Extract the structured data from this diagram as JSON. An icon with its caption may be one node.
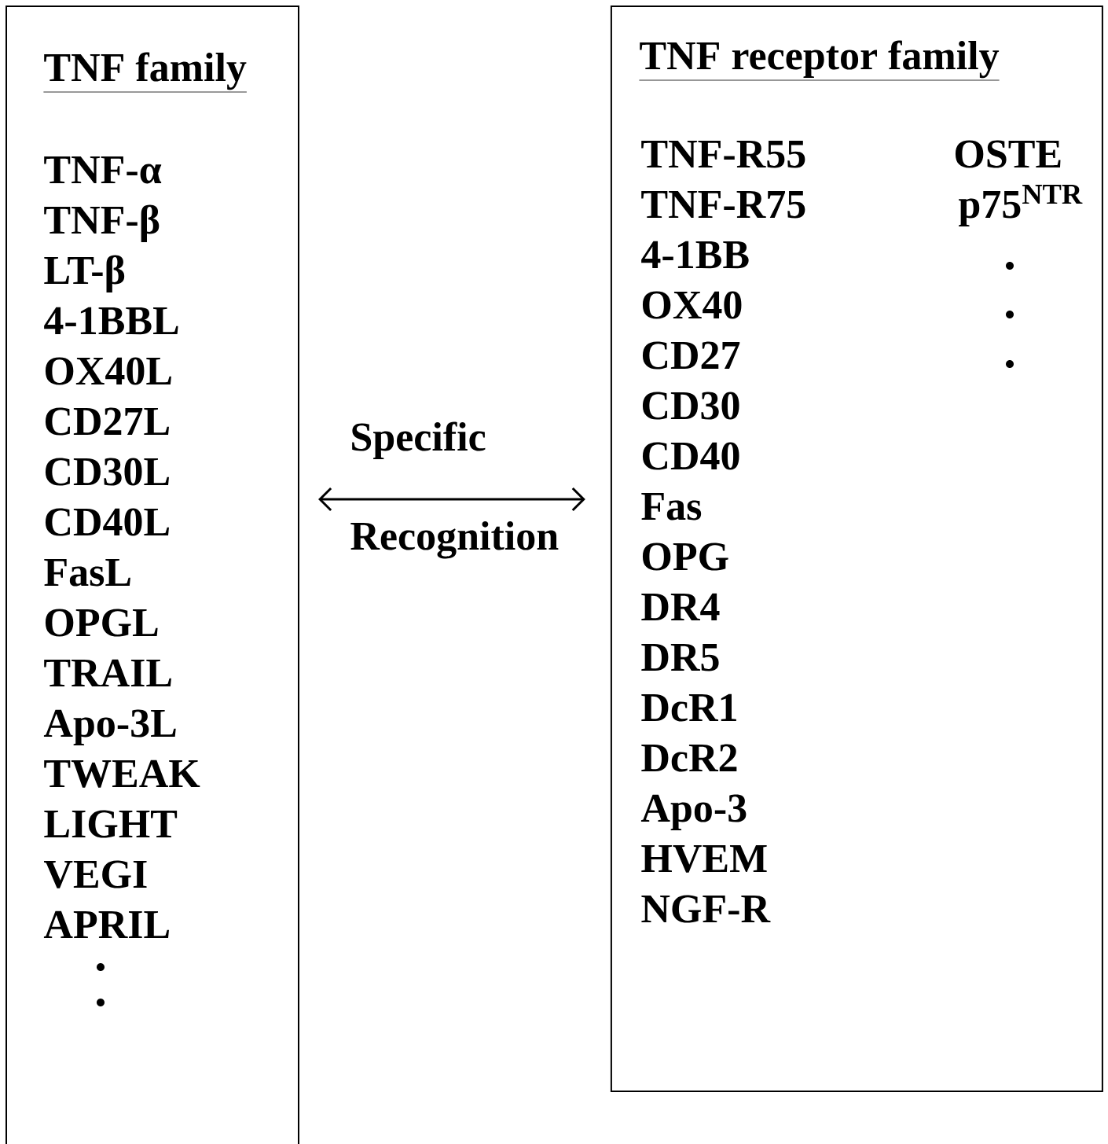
{
  "diagram": {
    "nodes": [
      {
        "text": [
          "TNF family",
          "TNF-α",
          "TNF-β",
          "LT-β",
          "4-1BBL",
          "OX40L",
          "CD27L",
          "CD30L",
          "CD40L",
          "FasL",
          "OPGL",
          "TRAIL",
          "Apo-3L",
          "TWEAK",
          "LIGHT",
          "VEGI",
          "APRIL"
        ]
      },
      {
        "text": [
          "TNF receptor family",
          "TNF-R55",
          "TNF-R75",
          "4-1BB",
          "OX40",
          "CD27",
          "CD30",
          "CD40",
          "Fas",
          "OPG",
          "DR4",
          "DR5",
          "DcR1",
          "DcR2",
          "Apo-3",
          "HVEM",
          "NGF-R",
          "OSTE",
          "p75$^{NTR}$"
        ]
      }
    ],
    "edges": [
      {
        "from": 0,
        "to": 1,
        "arrow": "both",
        "label": "Specific Recognition"
      }
    ]
  }
}
